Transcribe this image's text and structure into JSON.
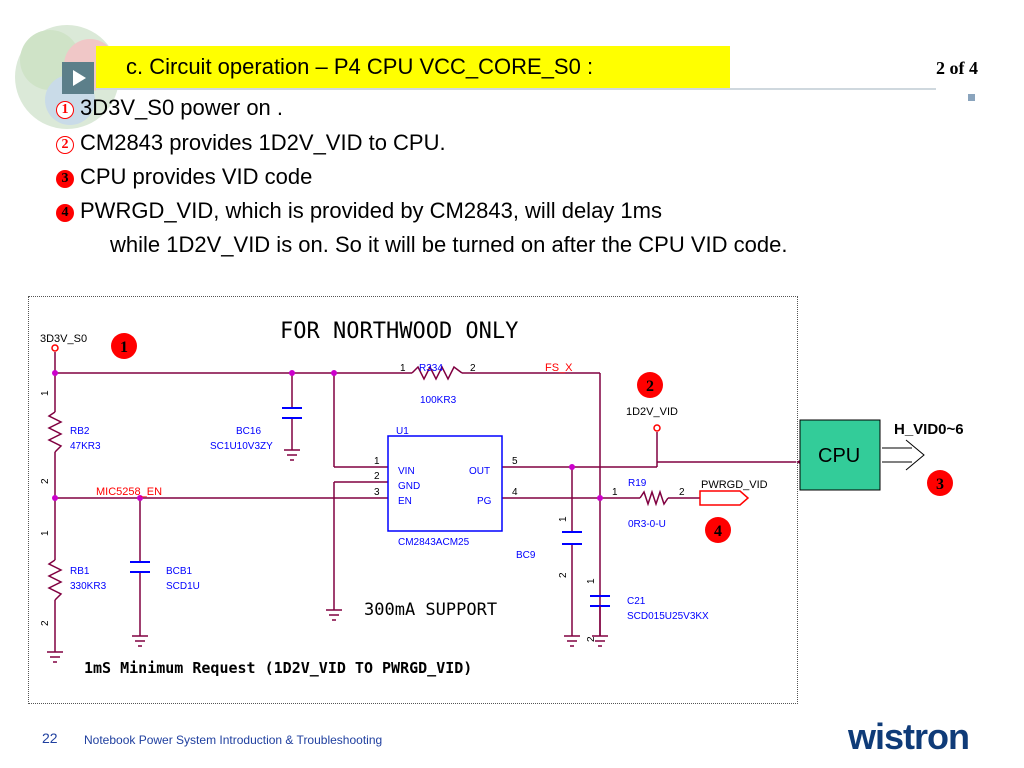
{
  "header": {
    "title": "c. Circuit operation – P4 CPU VCC_CORE_S0 :",
    "page_indicator": "2 of 4"
  },
  "steps": [
    {
      "badge": "1",
      "text": "3D3V_S0 power on ."
    },
    {
      "badge": "2",
      "text": "CM2843 provides 1D2V_VID to CPU."
    },
    {
      "badge": "3",
      "text": "CPU provides VID code"
    },
    {
      "badge": "4",
      "text": "PWRGD_VID, which is provided by CM2843, will delay 1ms"
    }
  ],
  "step4_continuation": "while 1D2V_VID is on. So it will be turned on after the CPU VID code.",
  "schematic": {
    "banner": "FOR NORTHWOOD ONLY",
    "support_note": "300mA SUPPORT",
    "min_request_note": "1mS Minimum Request (1D2V_VID TO PWRGD_VID)",
    "rail_3d3v": "3D3V_S0",
    "rail_1d2v": "1D2V_VID",
    "fs_x": "FS_X",
    "mic_en": "MIC5258_EN",
    "pwrgd_vid": "PWRGD_VID",
    "cpu_label": "CPU",
    "hvid_label": "H_VID0~6",
    "markers": [
      "1",
      "2",
      "3",
      "4"
    ],
    "r334": {
      "ref": "R334",
      "value": "100KR3",
      "pin1": "1",
      "pin2": "2"
    },
    "rb2": {
      "ref": "RB2",
      "value": "47KR3",
      "pin1": "1",
      "pin2": "2"
    },
    "rb1": {
      "ref": "RB1",
      "value": "330KR3",
      "pin1": "1",
      "pin2": "2"
    },
    "bc16": {
      "ref": "BC16",
      "value": "SC1U10V3ZY"
    },
    "bcb1": {
      "ref": "BCB1",
      "value": "SCD1U"
    },
    "bc9": {
      "ref": "BC9",
      "pin1": "1",
      "pin2": "2"
    },
    "c21": {
      "ref": "C21",
      "value": "SCD015U25V3KX",
      "pin1": "1",
      "pin2": "2"
    },
    "r19": {
      "ref": "R19",
      "value": "0R3-0-U",
      "pin1": "1",
      "pin2": "2"
    },
    "u1": {
      "ref": "U1",
      "part": "CM2843ACM25",
      "pins_left": [
        {
          "num": "1",
          "name": "VIN"
        },
        {
          "num": "2",
          "name": "GND"
        },
        {
          "num": "3",
          "name": "EN"
        }
      ],
      "pins_right": [
        {
          "num": "5",
          "name": "OUT"
        },
        {
          "num": "4",
          "name": "PG"
        }
      ]
    }
  },
  "footer": {
    "page_number": "22",
    "course_title": "Notebook Power System Introduction & Troubleshooting",
    "brand": "wistron"
  },
  "colors": {
    "title_bg": "#ffff00",
    "wire": "#800040",
    "net_label": "#ff0000",
    "part_label": "#0000ff",
    "cpu_box": "#33cc99",
    "badge": "#ff0000",
    "brand": "#0f3b78"
  }
}
